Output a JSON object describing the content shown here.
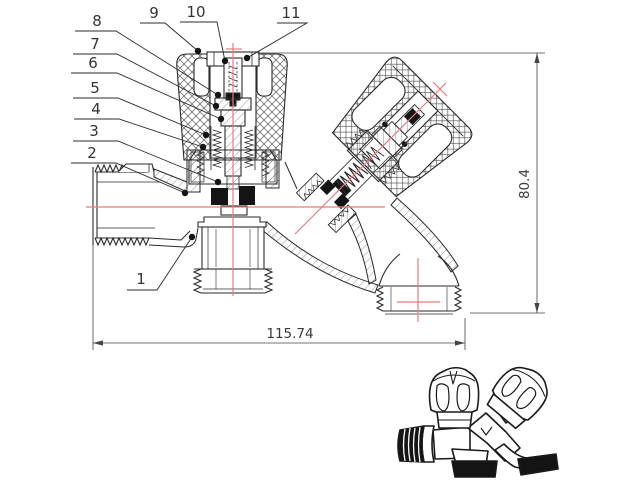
{
  "page": {
    "background": "#ffffff"
  },
  "drawing": {
    "kind": "valve-cross-section-technical-drawing",
    "callouts": [
      {
        "label": "1"
      },
      {
        "label": "2"
      },
      {
        "label": "3"
      },
      {
        "label": "4"
      },
      {
        "label": "5"
      },
      {
        "label": "6"
      },
      {
        "label": "7"
      },
      {
        "label": "8"
      },
      {
        "label": "9"
      },
      {
        "label": "10"
      },
      {
        "label": "11"
      }
    ],
    "dimensions": {
      "width_label": "115.74",
      "height_label": "80.4"
    },
    "colors": {
      "line": "#2b2b2b",
      "centerline": "#e87c7c",
      "seal_fill": "#141414",
      "paper": "#ffffff"
    }
  }
}
